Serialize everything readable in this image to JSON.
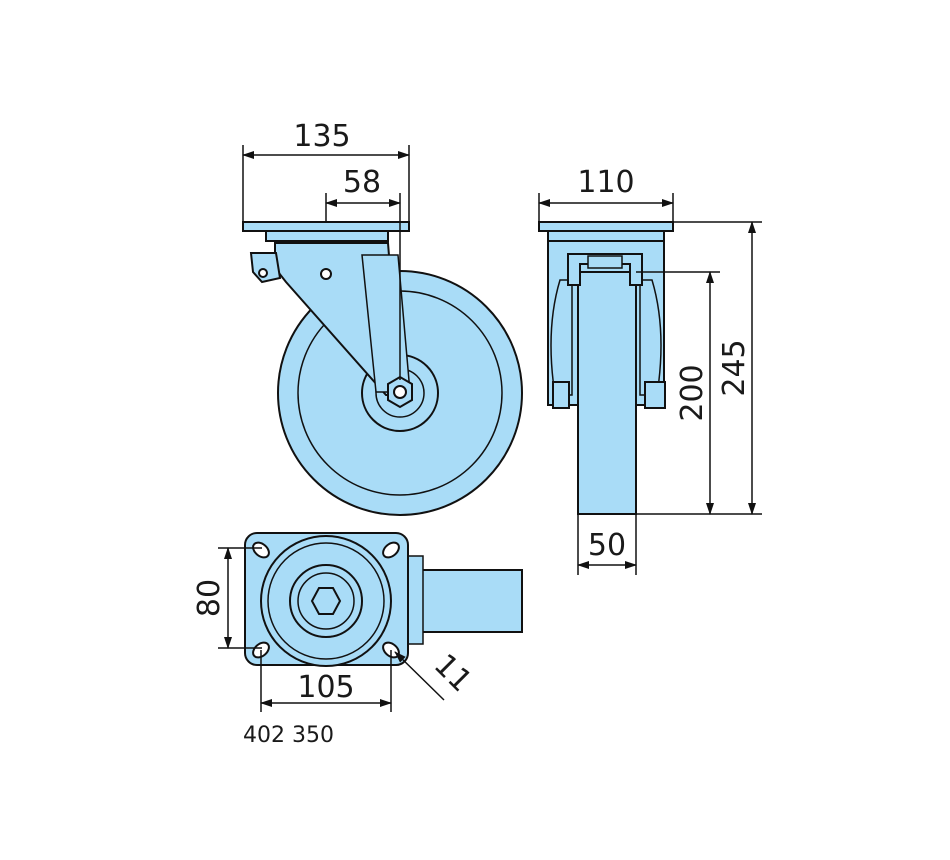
{
  "colors": {
    "body_fill": "#a9dcf7",
    "outline": "#111111",
    "background": "#ffffff"
  },
  "dimensions": {
    "overall_width": "135",
    "offset": "58",
    "plate_width": "110",
    "height_total": "245",
    "wheel_diameter": "200",
    "wheel_width": "50",
    "hole_spacing_v": "80",
    "hole_spacing_h": "105",
    "hole_diameter": "11"
  },
  "part_number": "402 350"
}
